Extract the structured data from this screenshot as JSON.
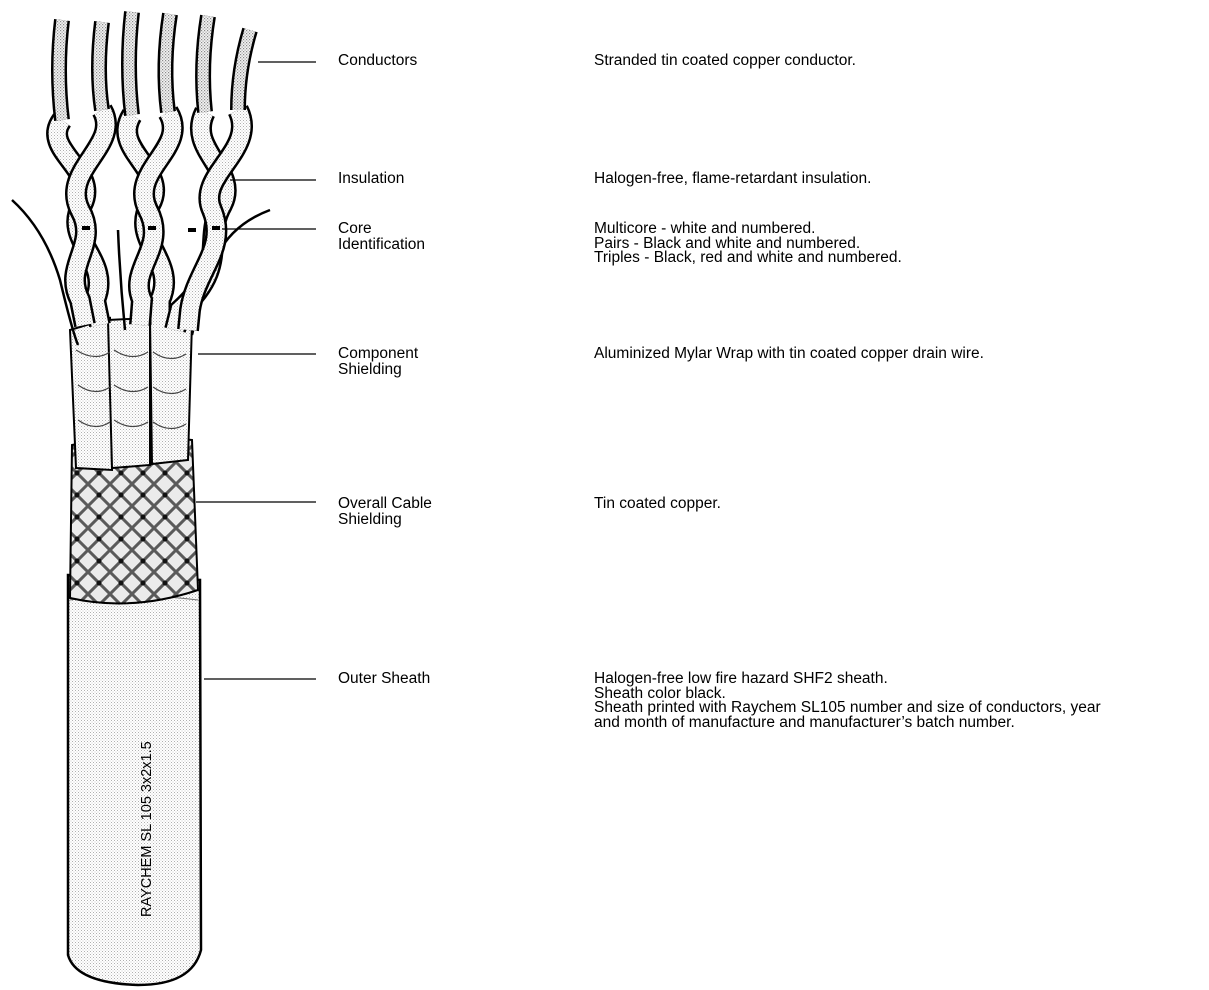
{
  "components": [
    {
      "label": "Conductors",
      "description": "Stranded tin coated copper conductor."
    },
    {
      "label": "Insulation",
      "description": "Halogen-free, flame-retardant insulation."
    },
    {
      "label": "Core\nIdentification",
      "description": "Multicore - white and numbered.\nPairs - Black and white and numbered.\nTriples - Black, red and white and numbered."
    },
    {
      "label": "Component\nShielding",
      "description": "Aluminized Mylar Wrap with tin coated copper drain wire."
    },
    {
      "label": "Overall Cable\nShielding",
      "description": "Tin coated copper."
    },
    {
      "label": "Outer Sheath",
      "description": "Halogen-free low fire hazard SHF2 sheath.\nSheath color black.\nSheath printed with Raychem SL105 number and size of conductors, year\nand month of manufacture and manufacturer’s batch number."
    }
  ],
  "sheath_print": "RAYCHEM SL 105 3x2x1.5"
}
